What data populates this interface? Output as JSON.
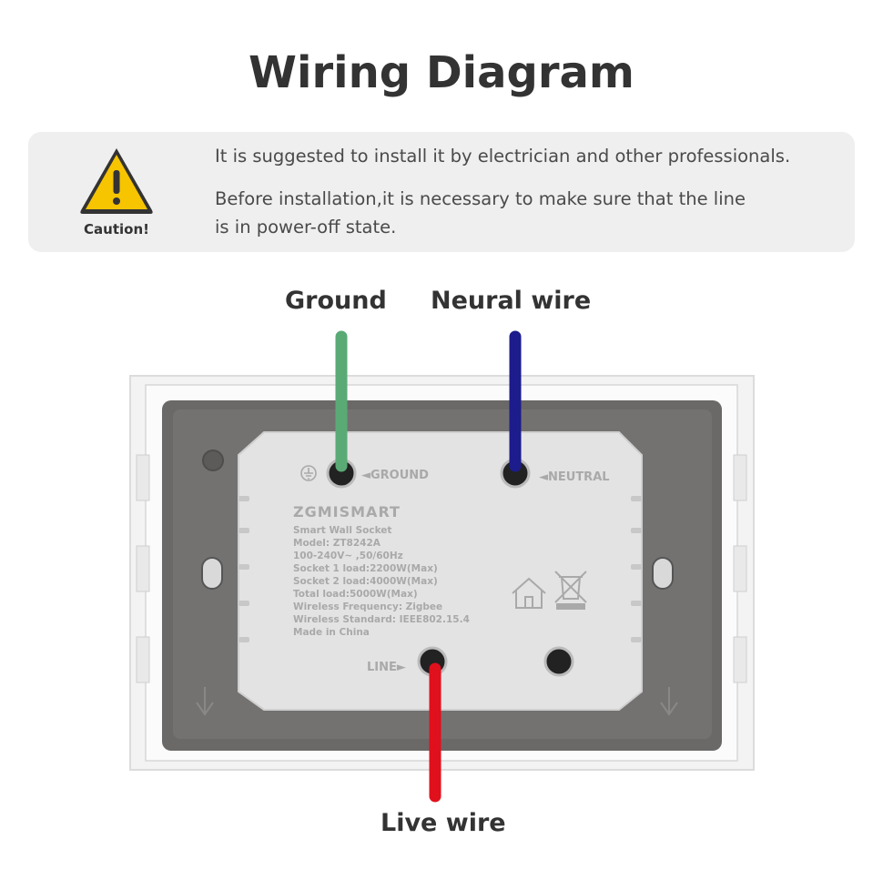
{
  "title": "Wiring Diagram",
  "caution": {
    "icon": "warning-triangle-icon",
    "label": "Caution!",
    "notes": [
      "It is suggested to install it by electrician and other professionals.",
      "Before installation,it is necessary to make sure that the line",
      "is in power-off state."
    ]
  },
  "wires": {
    "ground": {
      "label": "Ground",
      "color": "#5aaa76"
    },
    "neutral": {
      "label": "Neural wire",
      "color": "#1c1c8c"
    },
    "live": {
      "label": "Live wire",
      "color": "#e0101c"
    }
  },
  "socket": {
    "brand": "ZGMISMART",
    "terminal_ground": "◄GROUND",
    "terminal_neutral": "◄NEUTRAL",
    "terminal_line": "LINE►",
    "specs": [
      "Smart Wall Socket",
      "Model: ZT8242A",
      "100-240V~ ,50/60Hz",
      "Socket 1 load:2200W(Max)",
      "Socket 2 load:4000W(Max)",
      "Total load:5000W(Max)",
      "Wireless Frequency: Zigbee",
      "Wireless Standard: IEEE802.15.4",
      "Made in China"
    ]
  },
  "colors": {
    "frame": "#f2f2f2",
    "back_plate": "#6b6968",
    "module": "#e4e4e4"
  }
}
